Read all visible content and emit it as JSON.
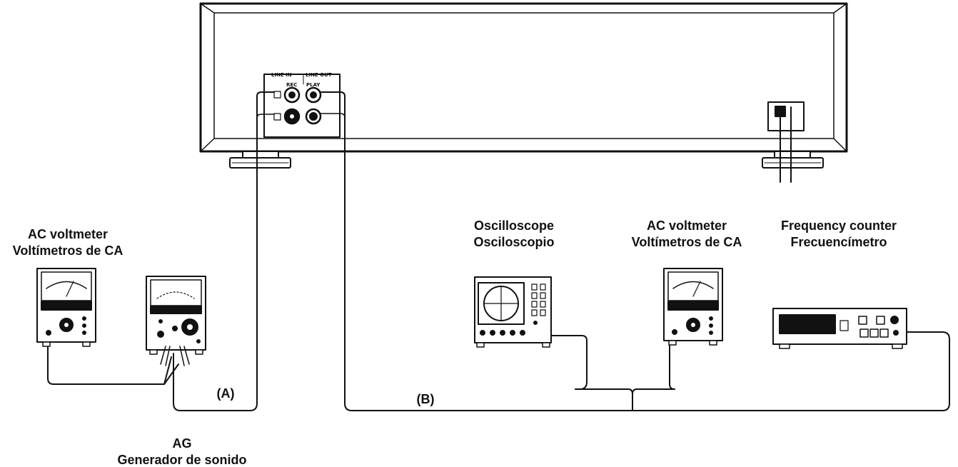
{
  "colors": {
    "ink": "#111111",
    "paper": "#ffffff",
    "gray": "#777777"
  },
  "unit": {
    "jack_section_left": "LINE IN",
    "jack_section_right": "LINE OUT",
    "jack_rec": "REC",
    "jack_play": "PLAY"
  },
  "instruments": {
    "ac_voltmeter_left": {
      "line1": "AC voltmeter",
      "line2": "Voltímetros de CA"
    },
    "ag": {
      "line1": "AG",
      "line2": "Generador de sonido"
    },
    "oscilloscope": {
      "line1": "Oscilloscope",
      "line2": "Osciloscopio"
    },
    "ac_voltmeter_right": {
      "line1": "AC voltmeter",
      "line2": "Voltímetros de CA"
    },
    "frequency_counter": {
      "line1": "Frequency counter",
      "line2": "Frecuencímetro"
    }
  },
  "connections": {
    "a": "(A)",
    "b": "(B)"
  }
}
